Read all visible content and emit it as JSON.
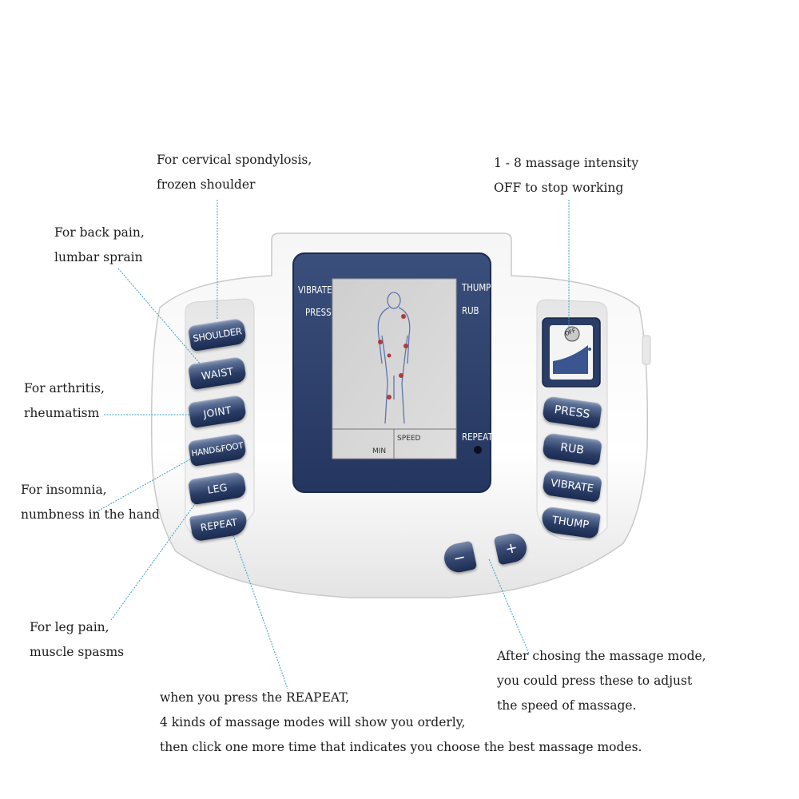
{
  "annotations": {
    "shoulder": [
      "For cervical spondylosis,",
      "frozen shoulder"
    ],
    "waist": [
      "For back pain,",
      "lumbar sprain"
    ],
    "joint": [
      "For arthritis,",
      "rheumatism"
    ],
    "handfoot": [
      "For insomnia,",
      "numbness in the hand"
    ],
    "leg": [
      "For leg pain,",
      "muscle spasms"
    ],
    "intensity": [
      "1 - 8 massage intensity",
      "OFF to stop working"
    ],
    "speed": [
      "After chosing the massage mode,",
      "you could press these to adjust",
      "the speed of massage."
    ],
    "repeat": [
      "when you press the REAPEAT,",
      "4 kinds of massage modes will show you orderly,",
      "then click one more time that indicates you choose the best massage modes."
    ]
  },
  "device": {
    "left_buttons": [
      "SHOULDER",
      "WAIST",
      "JOINT",
      "HAND&FOOT",
      "LEG",
      "REPEAT"
    ],
    "right_buttons": [
      "PRESS",
      "RUB",
      "VIBRATE",
      "THUMP"
    ],
    "dial_label": "OFF",
    "minus_label": "−",
    "plus_label": "+",
    "lcd": {
      "vibrate": "VIBRATE",
      "press": "PRESS",
      "thump": "THUMP",
      "rub": "RUB",
      "repeat": "REPEAT",
      "min": "MIN",
      "speed": "SPEED"
    }
  },
  "colors": {
    "button_navy": "#1f3159",
    "lcd_frame": "#2c3f6b",
    "screen_bg": "#d6d6d6",
    "leader_line": "#3a9ec4"
  }
}
